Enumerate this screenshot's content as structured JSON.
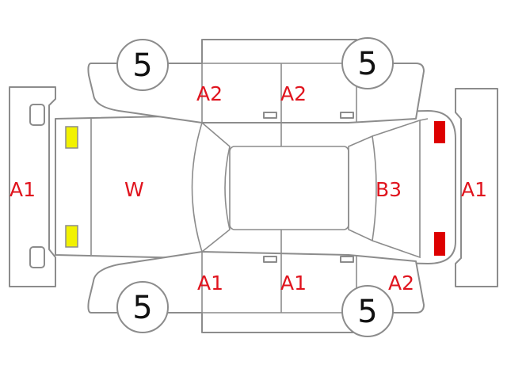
{
  "colors": {
    "outline": "#8c8c8c",
    "code_text": "#e0141e",
    "fog_light": "#f2f200",
    "tail_light": "#dd0000",
    "tire_text": "#111111"
  },
  "damage_codes": {
    "front_bumper": "A1",
    "hood": "W",
    "roof": "",
    "trunk_lid": "B3",
    "rear_bumper": "A1",
    "top_front_door": "A2",
    "top_rear_door": "A2",
    "bottom_front_door": "A1",
    "bottom_rear_door": "A1",
    "bottom_rear_quarter": "A2"
  },
  "tire_marks": {
    "top_front": "5",
    "top_rear": "5",
    "bottom_front": "5",
    "bottom_rear": "5"
  }
}
